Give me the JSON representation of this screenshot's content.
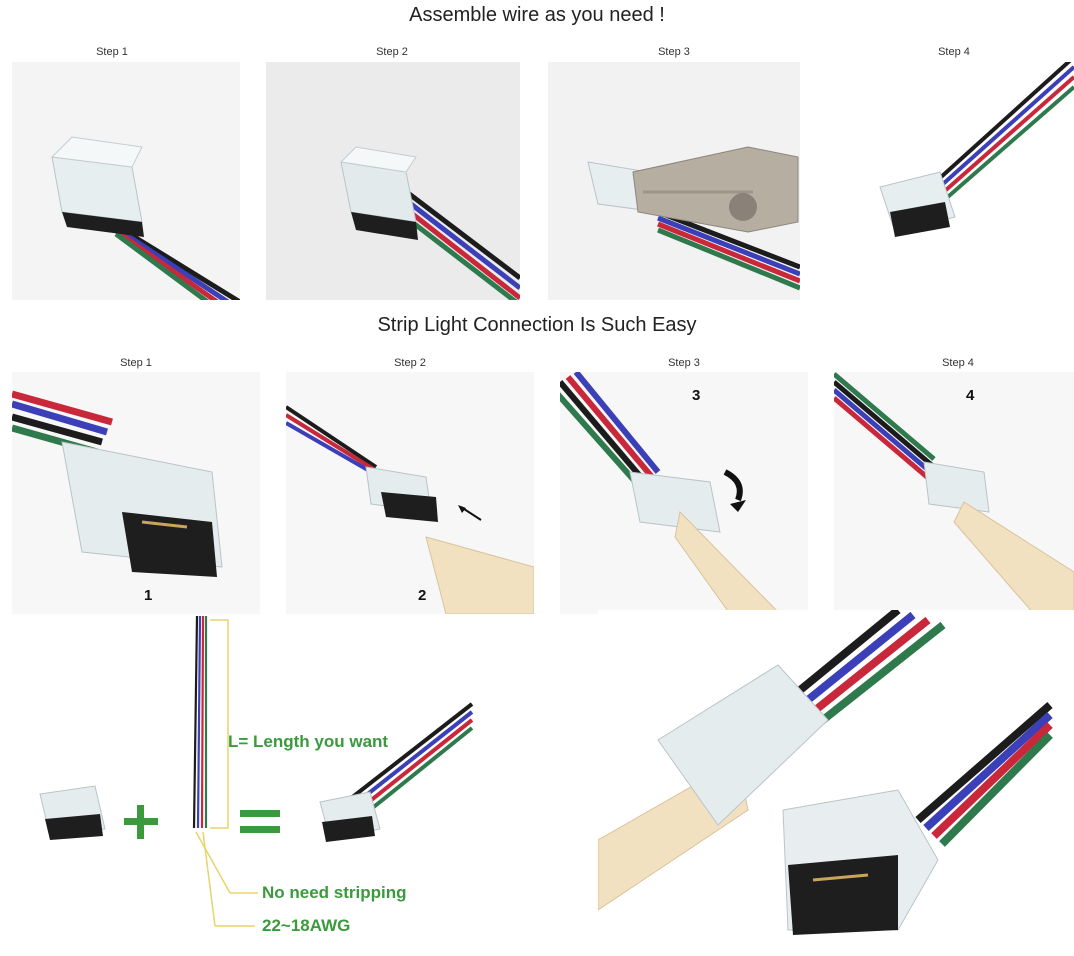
{
  "section1": {
    "title": "Assemble wire as you need !",
    "steps": [
      "Step 1",
      "Step 2",
      "Step 3",
      "Step 4"
    ]
  },
  "section2": {
    "title": "Strip Light Connection Is Such Easy",
    "steps": [
      "Step 1",
      "Step 2",
      "Step 3",
      "Step 4"
    ],
    "numbers": [
      "1",
      "2",
      "3",
      "4"
    ]
  },
  "diagram": {
    "length_label": "L= Length you want",
    "stripping_label": "No need stripping",
    "gauge_label": "22~18AWG"
  },
  "colors": {
    "wire_black": "#1c1c1c",
    "wire_blue": "#3b3fb8",
    "wire_red": "#c8283a",
    "wire_green": "#2f7a4c",
    "annotation_green": "#3a9a3c",
    "bracket_yellow": "#e8d46a"
  }
}
